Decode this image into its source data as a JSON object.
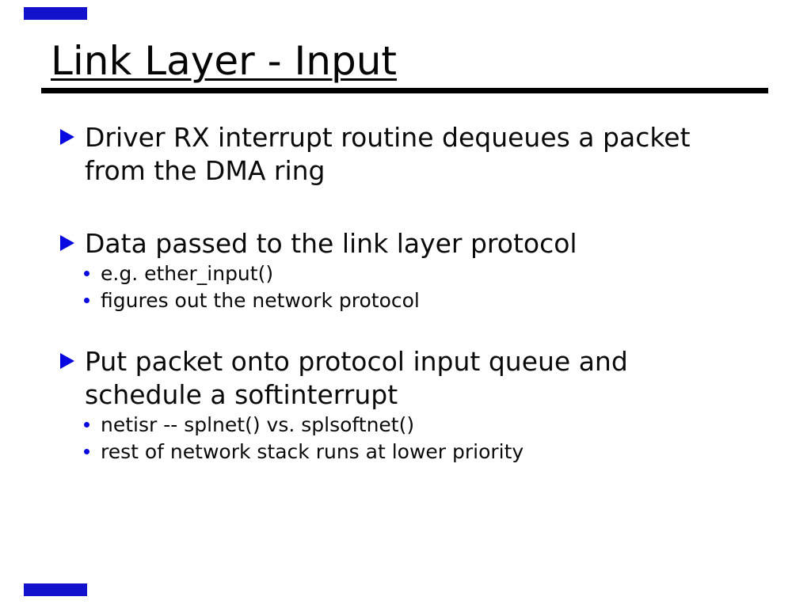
{
  "header": {
    "title": "Link Layer - Input"
  },
  "decor": {
    "accent_bar_color": "#1212cc",
    "bullet_color": "#0808e0",
    "rule_color": "#000000",
    "background_color": "#ffffff",
    "icons": {
      "level1_marker": "triangle-right-icon",
      "level2_marker": "dot-icon"
    }
  },
  "content": {
    "items": [
      {
        "lines": [
          "Driver RX interrupt routine dequeues a packet",
          "from the DMA ring"
        ],
        "subitems": []
      },
      {
        "lines": [
          "Data passed to the link layer protocol"
        ],
        "subitems": [
          "e.g. ether_input()",
          "figures out the network protocol"
        ]
      },
      {
        "lines": [
          "Put packet onto protocol input queue and",
          "schedule a softinterrupt"
        ],
        "subitems": [
          "netisr -- splnet() vs. splsoftnet()",
          "rest of network stack runs at lower priority"
        ]
      }
    ]
  }
}
